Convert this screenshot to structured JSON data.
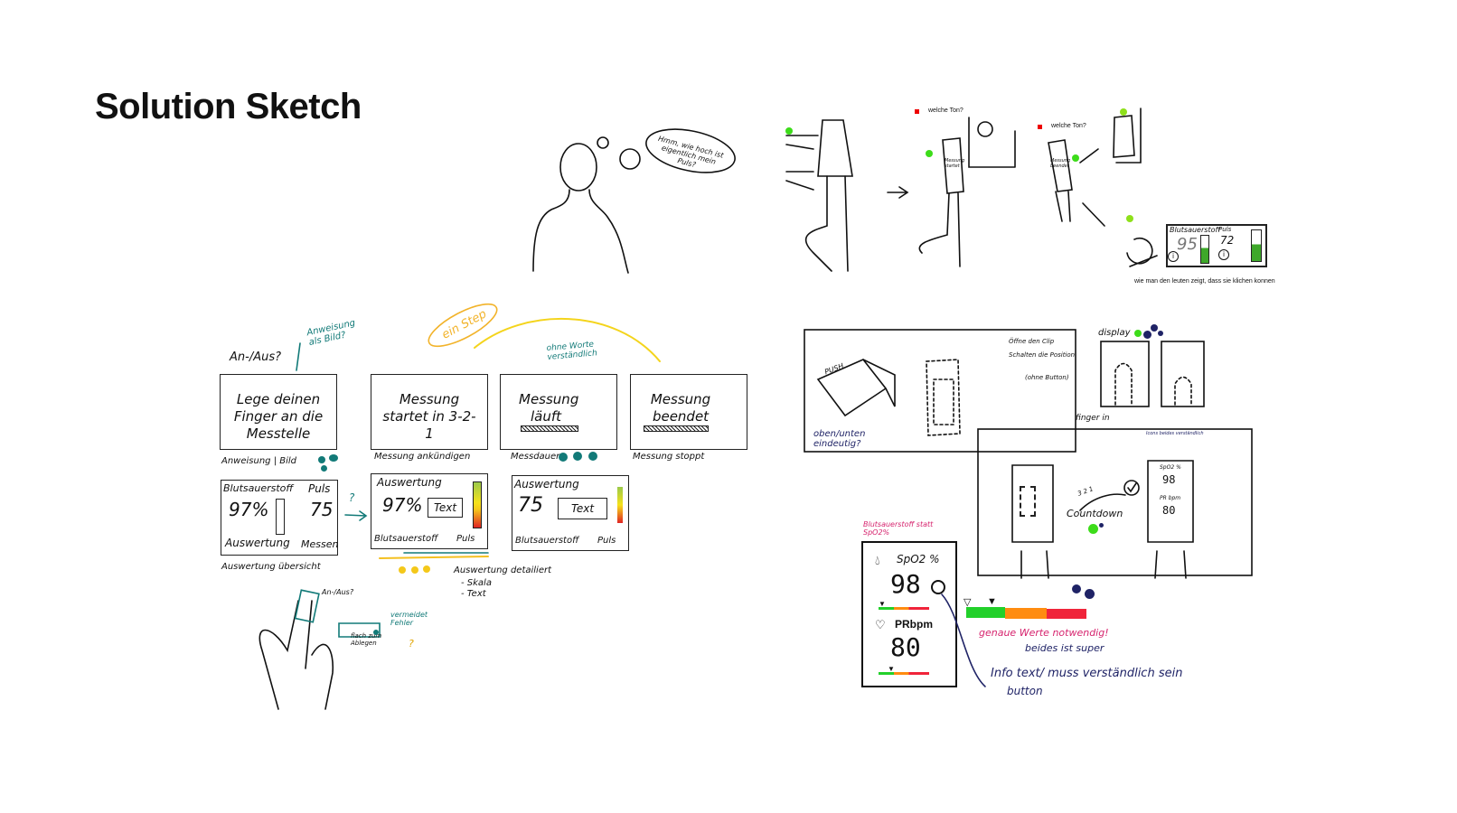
{
  "title": "Solution Sketch",
  "thought_bubble": "Hmm, wie hoch ist eigentlich mein Puls?",
  "top_flow": {
    "sound_question_1": "welche Ton?",
    "sound_question_2": "welche Ton?",
    "device_label_start": "Messung startet",
    "device_label_end": "Messung beendet",
    "result_card": {
      "label_oxygen": "Blutsauerstoff",
      "value_oxygen": "95",
      "label_pulse": "Puls",
      "value_pulse": "72"
    },
    "note": "wie man den leuten zeigt, dass sie klichen konnen"
  },
  "wireframes": {
    "question_top": "An-/Aus?",
    "note_instruction": "Anweisung als Bild?",
    "note_one_step": "ein Step",
    "note_no_words": "ohne Worte verständlich",
    "screens": [
      {
        "text": "Lege deinen Finger an die Messtelle",
        "caption": "Anweisung | Bild"
      },
      {
        "text": "Messung startet in 3-2-1",
        "caption": "Messung ankündigen"
      },
      {
        "text": "Messung läuft",
        "caption": "Messdauer"
      },
      {
        "text": "Messung beendet",
        "caption": "Messung stoppt"
      }
    ],
    "overview": {
      "label_oxygen": "Blutsauerstoff",
      "value_oxygen": "97%",
      "label_pulse": "Puls",
      "value_pulse": "75",
      "btn_eval": "Auswertung",
      "btn_measure": "Messen",
      "caption": "Auswertung übersicht"
    },
    "arrow_question": "?",
    "detail_1": {
      "header": "Auswertung",
      "value": "97%",
      "text_box": "Text",
      "tab_1": "Blutsauerstoff",
      "tab_2": "Puls"
    },
    "detail_2": {
      "header": "Auswertung",
      "value": "75",
      "text_box": "Text",
      "tab_1": "Blutsauerstoff",
      "tab_2": "Puls"
    },
    "detail_caption": "Auswertung detailiert",
    "detail_points": [
      "- Skala",
      "- Text"
    ],
    "hand_question": "An-/Aus?",
    "hand_note_1": "vermeidet Fehler",
    "hand_note_2": "flach zum Ablegen",
    "hand_question_2": "?"
  },
  "device_sketch": {
    "push_label": "PUSH",
    "clip_note_1": "Öffne den Clip",
    "clip_note_2": "Schalten die Position",
    "clip_note_3": "(ohne Button)",
    "orientation_note": "oben/unten eindeutig?",
    "display_label": "display",
    "finger_in_label": "finger in",
    "icons_note": "Icons beides verständlich",
    "countdown_label": "Countdown",
    "countdown_digits": "3 2 1",
    "display_readout": {
      "spo2_label": "SpO2 %",
      "spo2_value": "98",
      "pr_label": "PR bpm",
      "pr_value": "80"
    }
  },
  "display_detail": {
    "note_top": "Blutsauerstoff statt SpO2%",
    "spo2_label": "SpO2 %",
    "spo2_value": "98",
    "pr_label": "PRbpm",
    "pr_value": "80",
    "scale_note": "genaue Werte notwendig!",
    "scale_note_2": "beides ist super",
    "info_note": "Info text/ muss verständlich sein",
    "info_note_2": "button",
    "scale_colors": [
      "#22d02a",
      "#ff8c10",
      "#f0243a"
    ]
  }
}
